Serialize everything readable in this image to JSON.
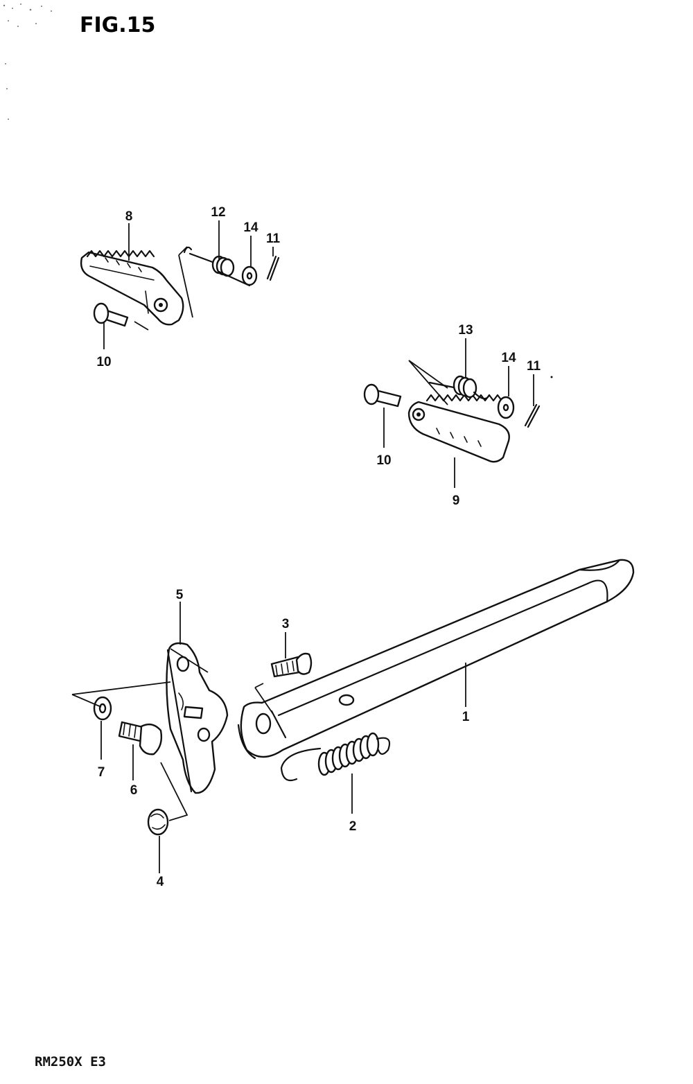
{
  "figure": {
    "title": "FIG.15",
    "model_code": "RM250X  E3"
  },
  "callouts": [
    {
      "id": "1",
      "label": "1"
    },
    {
      "id": "2",
      "label": "2"
    },
    {
      "id": "3",
      "label": "3"
    },
    {
      "id": "4",
      "label": "4"
    },
    {
      "id": "5",
      "label": "5"
    },
    {
      "id": "6",
      "label": "6"
    },
    {
      "id": "7",
      "label": "7"
    },
    {
      "id": "8",
      "label": "8"
    },
    {
      "id": "9",
      "label": "9"
    },
    {
      "id": "10a",
      "label": "10"
    },
    {
      "id": "10b",
      "label": "10"
    },
    {
      "id": "11a",
      "label": "11"
    },
    {
      "id": "11b",
      "label": "11"
    },
    {
      "id": "12",
      "label": "12"
    },
    {
      "id": "13",
      "label": "13"
    },
    {
      "id": "14a",
      "label": "14"
    },
    {
      "id": "14b",
      "label": "14"
    }
  ],
  "icons": {
    "left_footrest": "footrest-left-icon",
    "right_footrest": "footrest-right-icon",
    "side_stand": "side-stand-icon",
    "bracket": "stand-bracket-icon",
    "spring": "spring-icon",
    "bolt": "bolt-icon",
    "washer": "washer-icon",
    "cotter_pin": "cotter-pin-icon",
    "clevis_pin": "clevis-pin-icon"
  }
}
